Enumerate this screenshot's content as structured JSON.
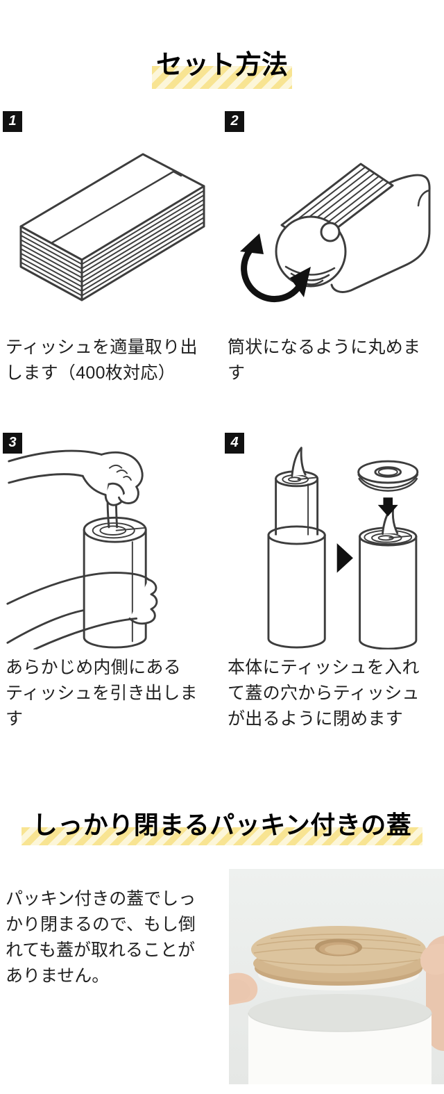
{
  "colors": {
    "stripe_dark": "#f8e492",
    "stripe_light": "#fcf6d9",
    "badge_bg": "#111111",
    "badge_fg": "#ffffff",
    "line_art": "#3d3d3d",
    "text": "#1f1f1f",
    "photo_bg": "#ecefed",
    "wood": "#dcc49e",
    "skin": "#ecc9b1"
  },
  "setup_section": {
    "title": "セット方法",
    "steps": [
      {
        "num": "1",
        "illustration": "tissue-stack",
        "caption": "ティッシュを適量取り出\nします（400枚対応）"
      },
      {
        "num": "2",
        "illustration": "rolled-tissue-with-rotate-arrow",
        "caption": "筒状になるように丸めま\nす"
      },
      {
        "num": "3",
        "illustration": "hand-pulling-inner-tissue",
        "caption": "あらかじめ内側にある\nティッシュを引き出しま\nす"
      },
      {
        "num": "4",
        "illustration": "insert-roll-and-close-lid",
        "caption": "本体にティッシュを入れ\nて蓋の穴からティッシュ\nが出るように閉めます"
      }
    ]
  },
  "lid_section": {
    "title": "しっかり閉まるパッキン付きの蓋",
    "body": "パッキン付きの蓋でしっ\nかり閉まるので、もし倒\nれても蓋が取れることが\nありません。",
    "photo": "hand-holding-wooden-packing-lid-over-white-canister"
  }
}
